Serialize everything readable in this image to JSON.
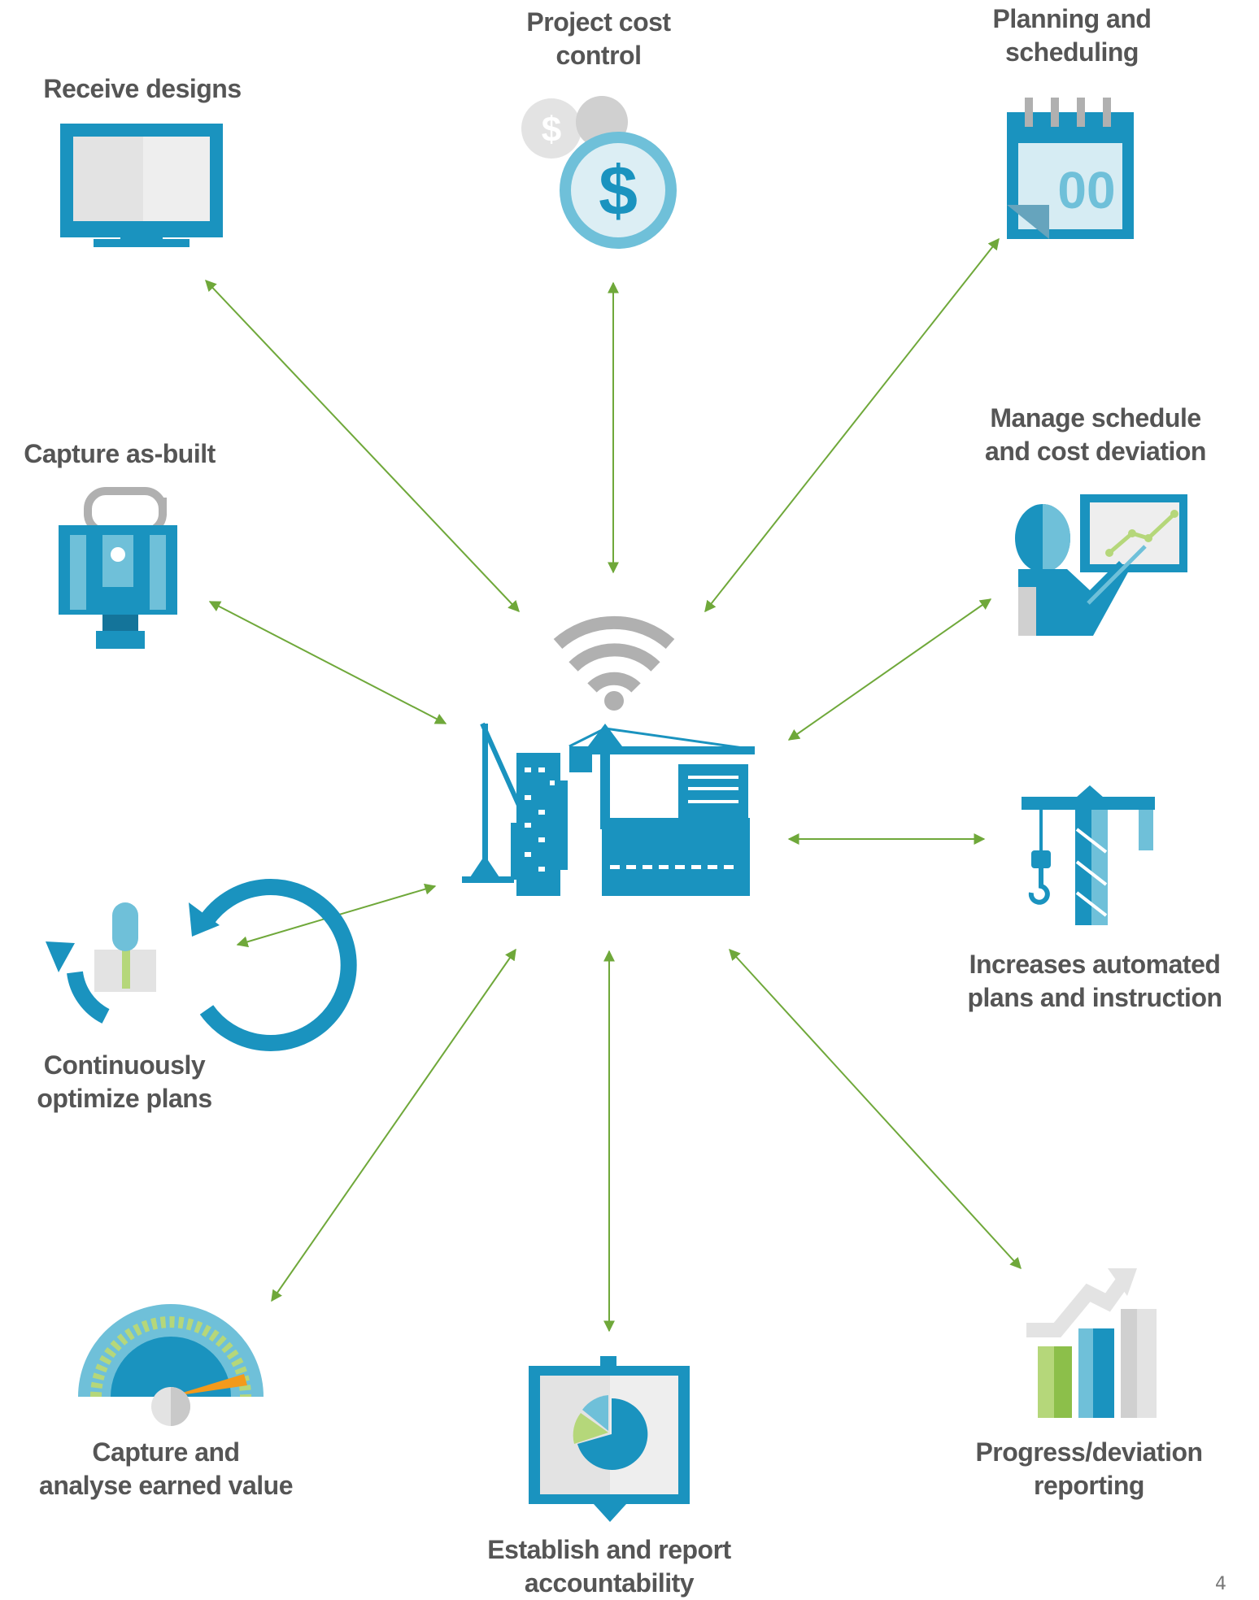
{
  "colors": {
    "blue": "#1a93bf",
    "light_blue": "#6fc0d9",
    "pale_blue": "#cfe8f0",
    "gray": "#b0b0b0",
    "light_gray": "#e3e3e3",
    "green_arrow": "#6fa83a",
    "lime": "#b5d77a",
    "orange": "#f39a1b"
  },
  "center": {
    "icon": "construction-site-with-wifi-icon"
  },
  "nodes": [
    {
      "id": "receive-designs",
      "lines": [
        "Receive designs"
      ],
      "icon": "monitor-icon"
    },
    {
      "id": "project-cost-control",
      "lines": [
        "Project cost",
        "control"
      ],
      "icon": "dollar-coin-icon"
    },
    {
      "id": "planning-scheduling",
      "lines": [
        "Planning and",
        "scheduling"
      ],
      "icon": "calendar-icon"
    },
    {
      "id": "capture-as-built",
      "lines": [
        "Capture as-built"
      ],
      "icon": "laser-scanner-icon"
    },
    {
      "id": "manage-deviation",
      "lines": [
        "Manage schedule",
        "and cost deviation"
      ],
      "icon": "presenter-chart-icon"
    },
    {
      "id": "automated-plans",
      "lines": [
        "Increases automated",
        "plans and instruction"
      ],
      "icon": "crane-icon"
    },
    {
      "id": "optimize-plans",
      "lines": [
        "Continuously",
        "optimize plans"
      ],
      "icon": "cycle-person-icon"
    },
    {
      "id": "earned-value",
      "lines": [
        "Capture and",
        "analyse earned value"
      ],
      "icon": "gauge-icon"
    },
    {
      "id": "accountability",
      "lines": [
        "Establish and report",
        "accountability"
      ],
      "icon": "pie-board-icon"
    },
    {
      "id": "progress-reporting",
      "lines": [
        "Progress/deviation",
        "reporting"
      ],
      "icon": "bar-chart-icon"
    }
  ],
  "page_number": "4"
}
